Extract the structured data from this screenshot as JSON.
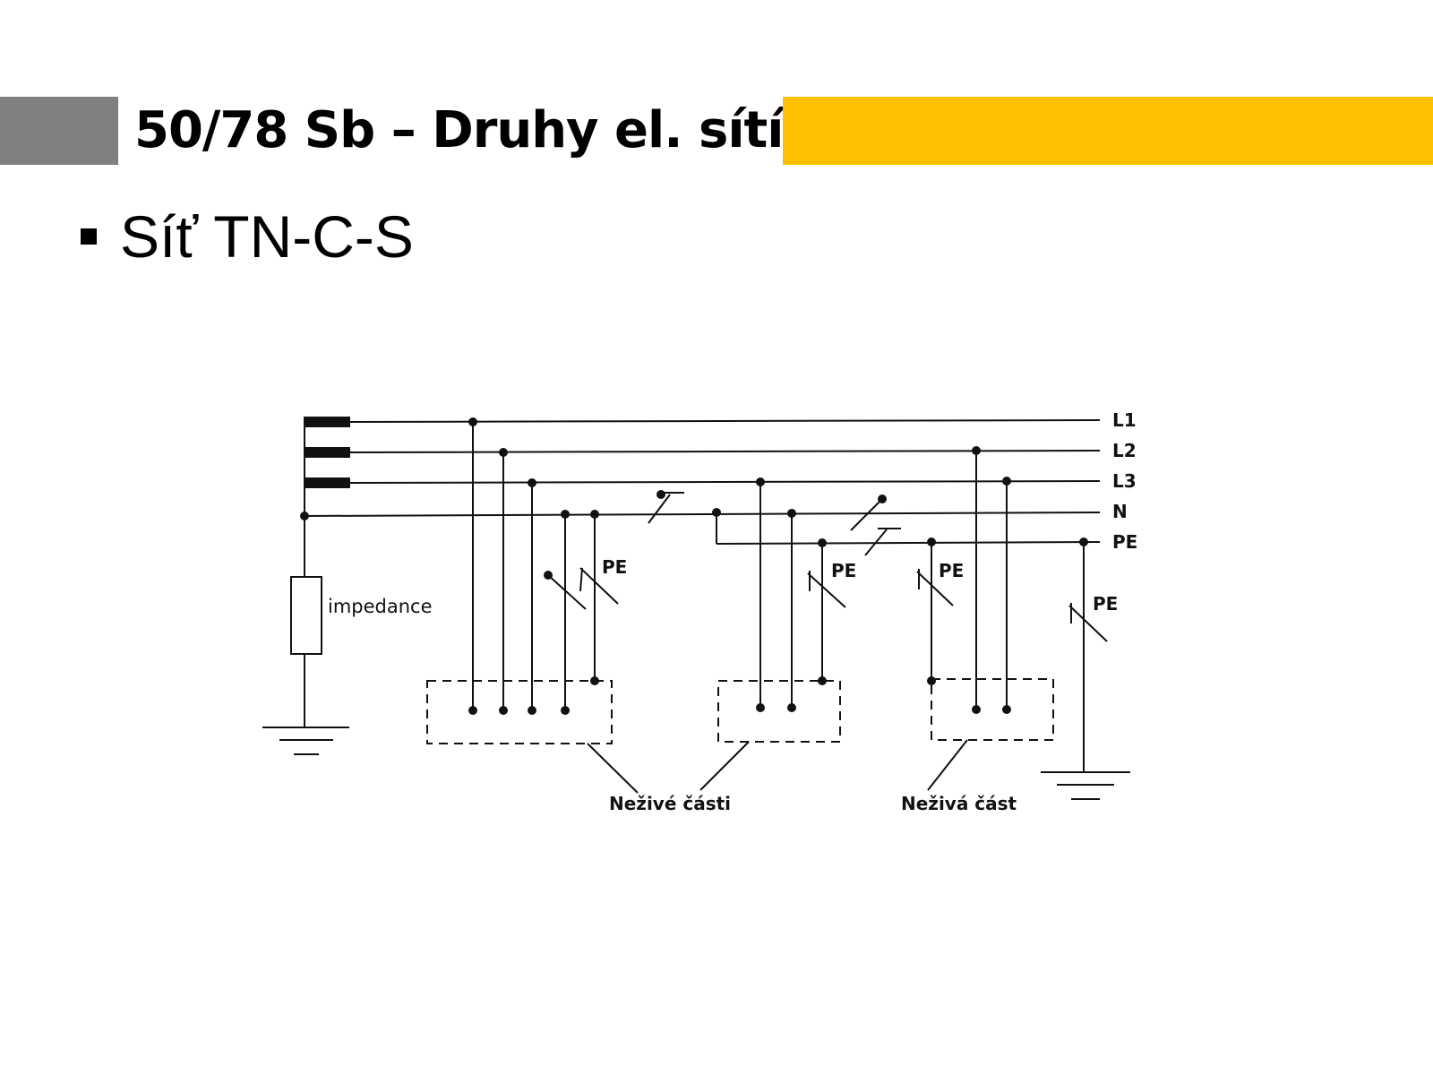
{
  "slide": {
    "title": "50/78 Sb – Druhy el. sítí",
    "bullet": "Síť TN-C-S"
  },
  "diagram": {
    "lines": {
      "l1": "L1",
      "l2": "L2",
      "l3": "L3",
      "n": "N",
      "pe": "PE"
    },
    "impedance_label": "impedance",
    "pe_labels": [
      "PE",
      "PE",
      "PE",
      "PE"
    ],
    "zivá_none": "",
    "nezive_casti_label": "Neživé části",
    "neziva_cast_label": "Neživá část"
  },
  "colors": {
    "title_gray": "#808080",
    "title_accent": "#ffc000",
    "line_color": "#111111"
  }
}
